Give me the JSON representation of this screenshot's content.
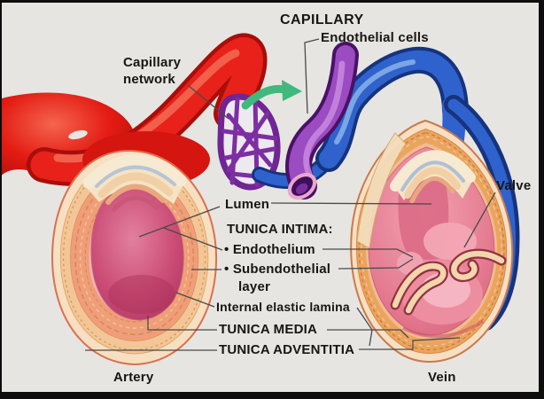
{
  "figure": {
    "subject": "Blood vessel structure: artery, vein and capillary network",
    "colors": {
      "background": "#e6e5e1",
      "artery_red": "#e8211a",
      "vein_blue": "#2f62cc",
      "capillary_purple": "#9a4cc0",
      "flow_arrow_green": "#3fba7c",
      "wall_orange": "#eaa45e",
      "lumen_pink": "#d4566e",
      "label_text": "#161614",
      "frame_black": "#0d0d0d"
    }
  },
  "labels": {
    "capillary": "CAPILLARY",
    "endothelial_cells": "Endothelial cells",
    "capillary_network": "Capillary\nnetwork",
    "lumen": "Lumen",
    "tunica_intima_heading": "TUNICA INTIMA:",
    "endothelium": "• Endothelium",
    "subendothelial": "• Subendothelial",
    "subendothelial_layer": "layer",
    "internal_elastic_lamina": "Internal elastic lamina",
    "tunica_media": "TUNICA MEDIA",
    "tunica_adventitia": "TUNICA ADVENTITIA",
    "valve": "Valve",
    "artery": "Artery",
    "vein": "Vein"
  }
}
